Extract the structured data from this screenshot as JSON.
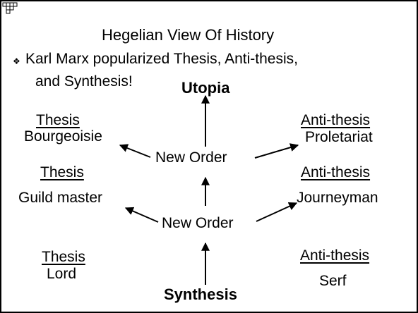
{
  "slide": {
    "title": "Hegelian View Of History",
    "bullet_symbol": "❖",
    "bullet_line1": "Karl Marx popularized Thesis, Anti-thesis,",
    "bullet_line2": "and Synthesis!"
  },
  "diagram": {
    "top_label": "Utopia",
    "bottom_label": "Synthesis",
    "upper_center": "New Order",
    "lower_center": "New Order",
    "rows": [
      {
        "thesis_heading": "Thesis",
        "thesis_value": "Bourgeoisie",
        "antithesis_heading": "Anti-thesis",
        "antithesis_value": "Proletariat"
      },
      {
        "thesis_heading": "Thesis",
        "thesis_value": "Guild master",
        "antithesis_heading": "Anti-thesis",
        "antithesis_value": "Journeyman"
      },
      {
        "thesis_heading": "Thesis",
        "thesis_value": "Lord",
        "antithesis_heading": "Anti-thesis",
        "antithesis_value": "Serf"
      }
    ]
  },
  "colors": {
    "text": "#000000",
    "background": "#ffffff",
    "border": "#000000"
  },
  "icons": {
    "logo": "grid-logo-icon"
  }
}
